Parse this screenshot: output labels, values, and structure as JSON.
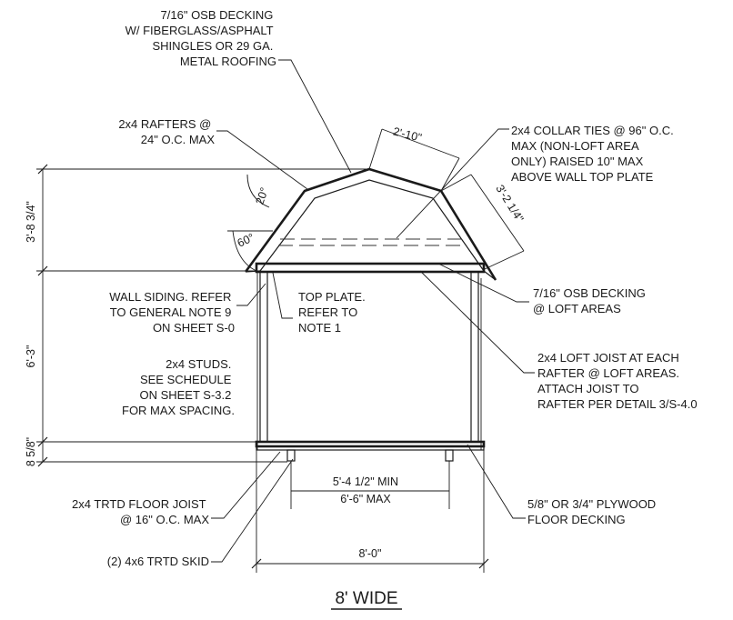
{
  "notes": {
    "roofing": [
      "7/16\" OSB DECKING",
      "W/ FIBERGLASS/ASPHALT",
      "SHINGLES OR 29 GA.",
      "METAL ROOFING"
    ],
    "rafters": [
      "2x4 RAFTERS @",
      "24\" O.C. MAX"
    ],
    "collar_ties": [
      "2x4  COLLAR TIES @ 96\" O.C.",
      "MAX (NON-LOFT AREA",
      "ONLY) RAISED 10\" MAX",
      "ABOVE WALL TOP PLATE"
    ],
    "wall_siding": [
      "WALL SIDING. REFER",
      "TO GENERAL NOTE 9",
      "ON SHEET S-0"
    ],
    "top_plate": [
      "TOP PLATE.",
      "REFER TO",
      "NOTE 1"
    ],
    "loft_decking": [
      "7/16\" OSB DECKING",
      "@ LOFT AREAS"
    ],
    "studs": [
      "2x4 STUDS.",
      "SEE SCHEDULE",
      "ON SHEET S-3.2",
      "FOR MAX SPACING."
    ],
    "loft_joist": [
      "2x4 LOFT JOIST AT EACH",
      "RAFTER @ LOFT AREAS.",
      "ATTACH JOIST TO",
      "RAFTER PER DETAIL 3/S-4.0"
    ],
    "floor_joist": [
      "2x4 TRTD FLOOR JOIST",
      "@ 16\" O.C. MAX"
    ],
    "floor_decking": [
      "5/8\" OR 3/4\" PLYWOOD",
      "FLOOR DECKING"
    ],
    "skid": [
      "(2) 4x6 TRTD SKID"
    ]
  },
  "dimensions": {
    "top_flat": "2'-10\"",
    "upper_slope": "3'-2 1/4\"",
    "roof_height": "3'-8 3/4\"",
    "wall_height": "6'-3\"",
    "floor_height": "8 5/8\"",
    "skid_spacing": [
      "5'-4 1/2\" MIN",
      "6'-6\" MAX"
    ],
    "overall_width": "8'-0\""
  },
  "angles": {
    "upper": "20°",
    "lower": "60°"
  },
  "title": "8' WIDE"
}
